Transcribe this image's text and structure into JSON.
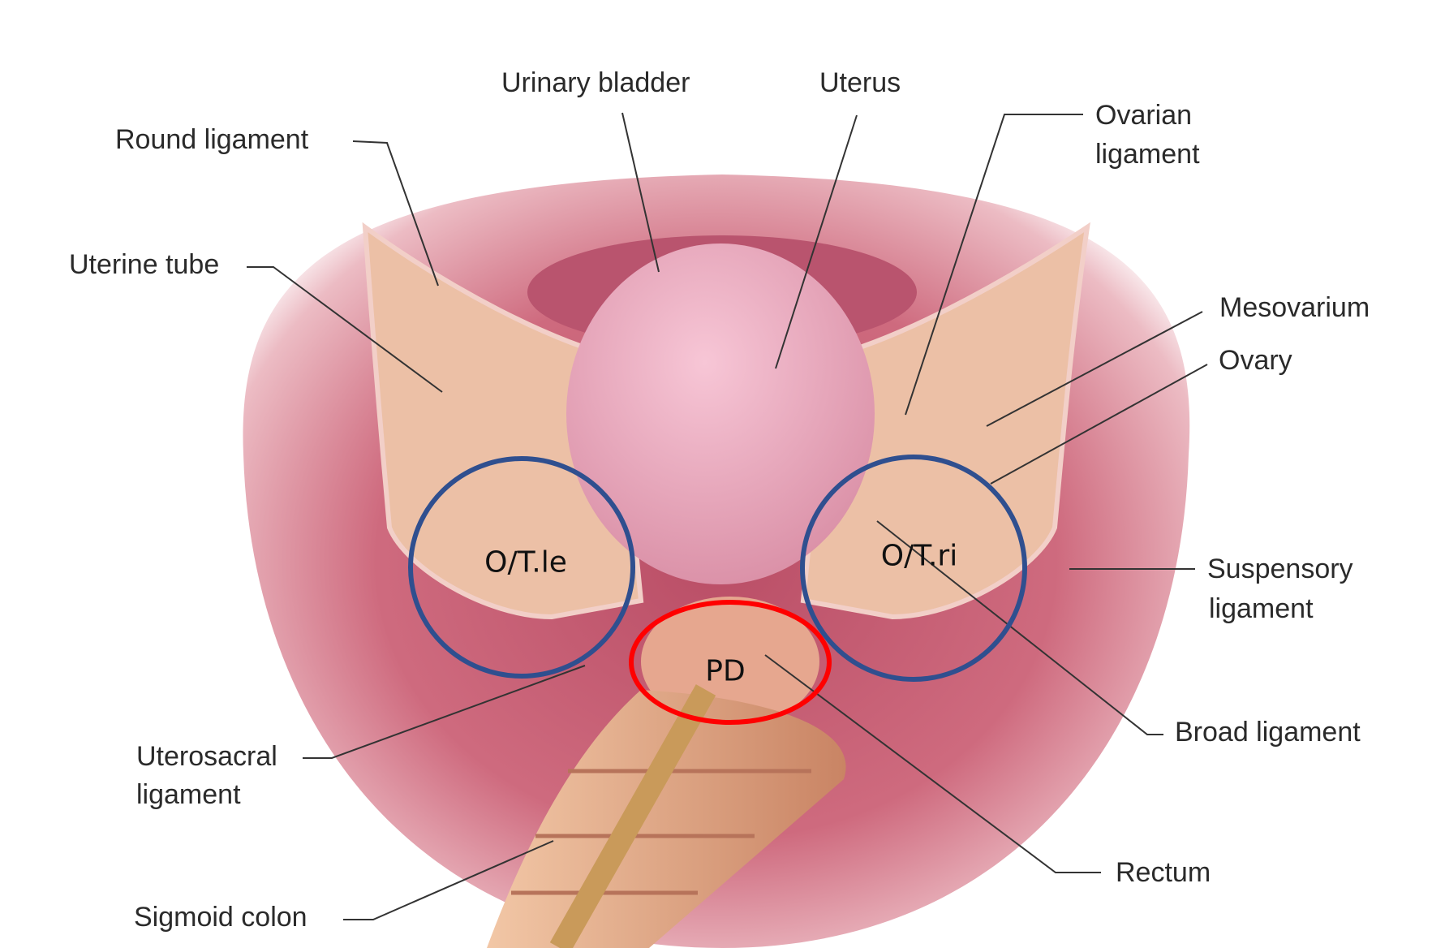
{
  "title": "Female pelvic anatomy (superior view)",
  "labels": {
    "urinary_bladder": "Urinary bladder",
    "uterus": "Uterus",
    "round_ligament": "Round ligament",
    "ovarian_ligament_1": "Ovarian",
    "ovarian_ligament_2": "ligament",
    "uterine_tube": "Uterine tube",
    "mesovarium": "Mesovarium",
    "ovary": "Ovary",
    "suspensory_ligament_1": "Suspensory",
    "suspensory_ligament_2": "ligament",
    "broad_ligament": "Broad ligament",
    "rectum": "Rectum",
    "uterosacral_ligament_1": "Uterosacral",
    "uterosacral_ligament_2": "ligament",
    "sigmoid_colon": "Sigmoid colon"
  },
  "annotations": {
    "left": "O/T.le",
    "right": "O/T.ri",
    "pouch": "PD"
  },
  "colors": {
    "blue_circle": "#2f4f8f",
    "red_circle": "#ff0000",
    "leader": "#333333"
  }
}
